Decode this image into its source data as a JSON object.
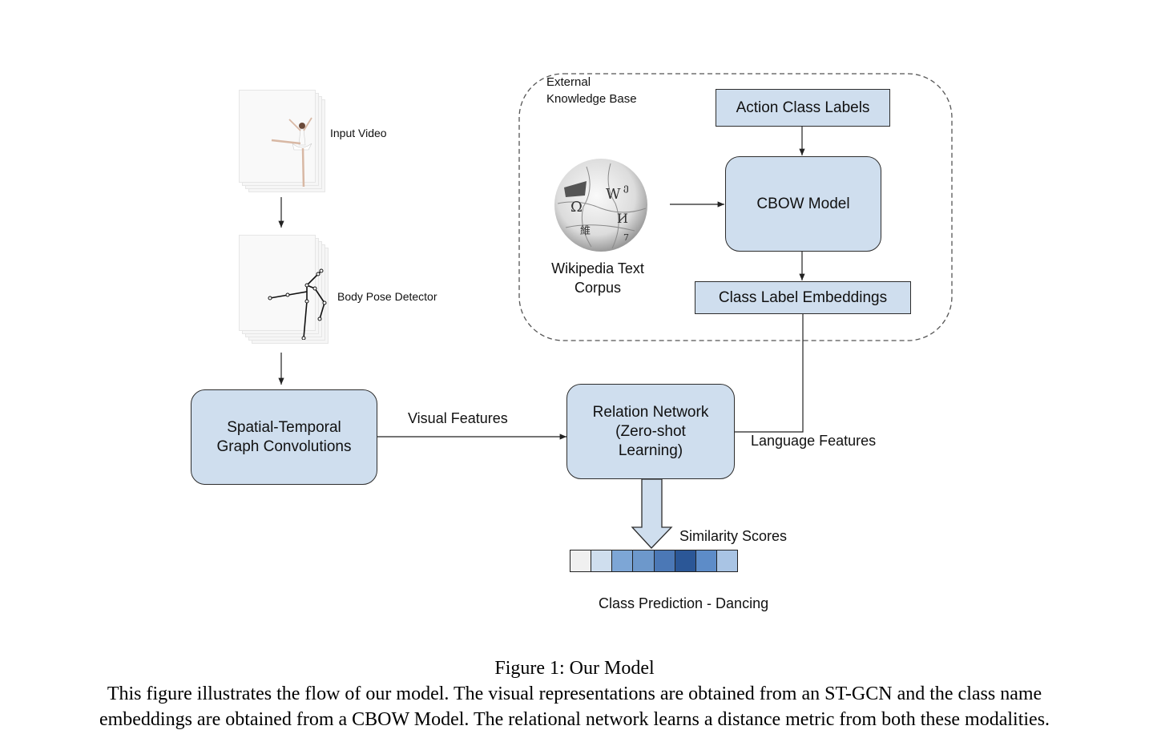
{
  "diagram": {
    "input_video_label": "Input Video",
    "body_pose_label": "Body Pose Detector",
    "stgcn_line1": "Spatial-Temporal",
    "stgcn_line2": "Graph Convolutions",
    "visual_features_label": "Visual Features",
    "relation_line1": "Relation Network",
    "relation_line2": "(Zero-shot",
    "relation_line3": "Learning)",
    "language_features_label": "Language Features",
    "kb_line1": "External",
    "kb_line2": "Knowledge Base",
    "action_labels": "Action Class Labels",
    "cbow": "CBOW Model",
    "embeddings": "Class Label Embeddings",
    "wiki_line1": "Wikipedia Text",
    "wiki_line2": "Corpus",
    "similarity_label": "Similarity Scores",
    "prediction_label": "Class Prediction - Dancing",
    "score_colors": [
      "#f0f0f0",
      "#cfdeee",
      "#7da6d6",
      "#6d98cb",
      "#4b78b6",
      "#2b5797",
      "#5d8cc8",
      "#a9c4e4"
    ]
  },
  "caption": {
    "title": "Figure 1: Our Model",
    "line1": "This figure illustrates the flow of our model. The visual representations are obtained from an ST-GCN and the class name",
    "line2": "embeddings are obtained from a CBOW Model. The relational network learns a distance metric from both these modalities."
  }
}
